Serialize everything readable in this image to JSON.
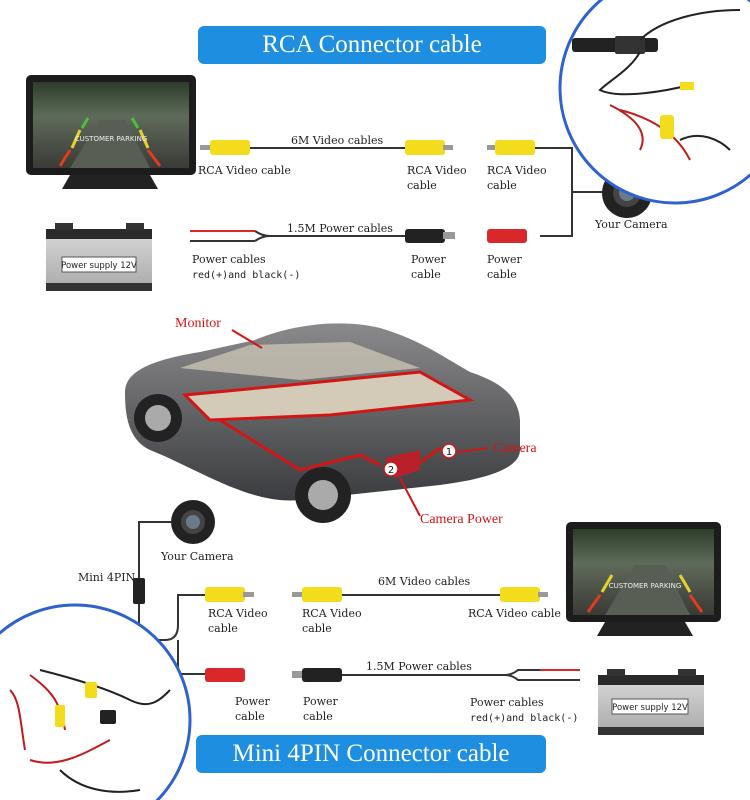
{
  "titles": {
    "rca": "RCA Connector cable",
    "mini4pin": "Mini 4PIN Connector cable"
  },
  "top": {
    "video_cable_len": "6M Video cables",
    "rca_video_cable": "RCA Video cable",
    "rca_video_cable_mid": "RCA Video cable",
    "rca_video_cable_right": "RCA Video cable",
    "power_cable_len": "1.5M Power cables",
    "power_cables": "Power cables",
    "polarity": "red(+)and black(-)",
    "power_cable_mid": "Power cable",
    "power_cable_right": "Power cable",
    "your_camera": "Your Camera",
    "battery_label": "Power supply 12V",
    "monitor_screen_text": "CUSTOMER PARKING"
  },
  "middle": {
    "monitor": "Monitor",
    "camera": "Camera",
    "camera_power": "Camera Power",
    "marker1": "1",
    "marker2": "2"
  },
  "bottom": {
    "your_camera": "Your Camera",
    "mini_4pin": "Mini 4PIN",
    "rca_video_cable_left": "RCA Video cable",
    "rca_video_cable_mid": "RCA Video cable",
    "rca_video_cable_right": "RCA Video cable",
    "video_cable_len": "6M Video cables",
    "power_cable_len": "1.5M Power cables",
    "power_cable_left": "Power cable",
    "power_cable_mid": "Power cable",
    "power_cables": "Power cables",
    "polarity": "red(+)and black(-)",
    "battery_label": "Power supply 12V",
    "monitor_screen_text": "CUSTOMER PARKING"
  },
  "colors": {
    "banner": "#1e8fe0",
    "callout_red": "#d21515",
    "rca_yellow": "#f2dc1c",
    "rca_red": "#d8282a"
  }
}
